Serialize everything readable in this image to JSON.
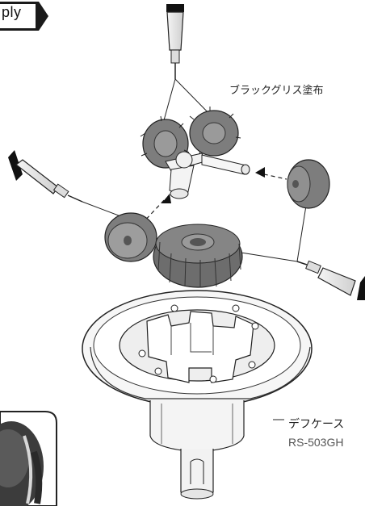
{
  "header": {
    "tab_label": "ply"
  },
  "labels": {
    "grease": "ブラックグリス塗布",
    "case_name": "デフケース",
    "case_part": "RS-503GH"
  },
  "icons": [
    "grease-tube-icon",
    "arrow-head-icon"
  ],
  "colors": {
    "ink": "#111111",
    "gear_fill": "#7d7d7d",
    "gear_dark": "#555555",
    "tab_bg": "#1a1a1a"
  }
}
